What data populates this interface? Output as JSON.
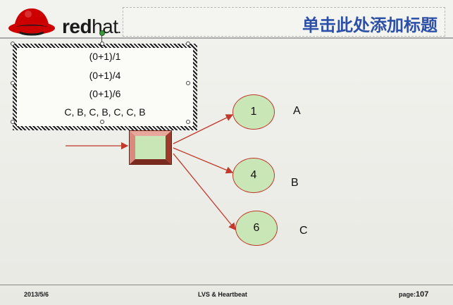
{
  "header": {
    "logo_text_bold": "red",
    "logo_text_light": "hat",
    "logo_suffix": ".",
    "title": "单击此处添加标题"
  },
  "textbox": {
    "lines": [
      "(0+1)/1",
      "(0+1)/4",
      "(0+1)/6",
      "C, B, C, B, C, C, B"
    ]
  },
  "nodes": [
    {
      "value": "1",
      "label": "A"
    },
    {
      "value": "4",
      "label": "B"
    },
    {
      "value": "6",
      "label": "C"
    }
  ],
  "footer": {
    "date": "2013/5/6",
    "center": "LVS & Heartbeat",
    "page_prefix": "page:",
    "page_number": "107"
  },
  "colors": {
    "title": "#2c4fa8",
    "arrow": "#c0392b",
    "node_fill": "#c9e6b6",
    "logo_red": "#cc0000"
  }
}
